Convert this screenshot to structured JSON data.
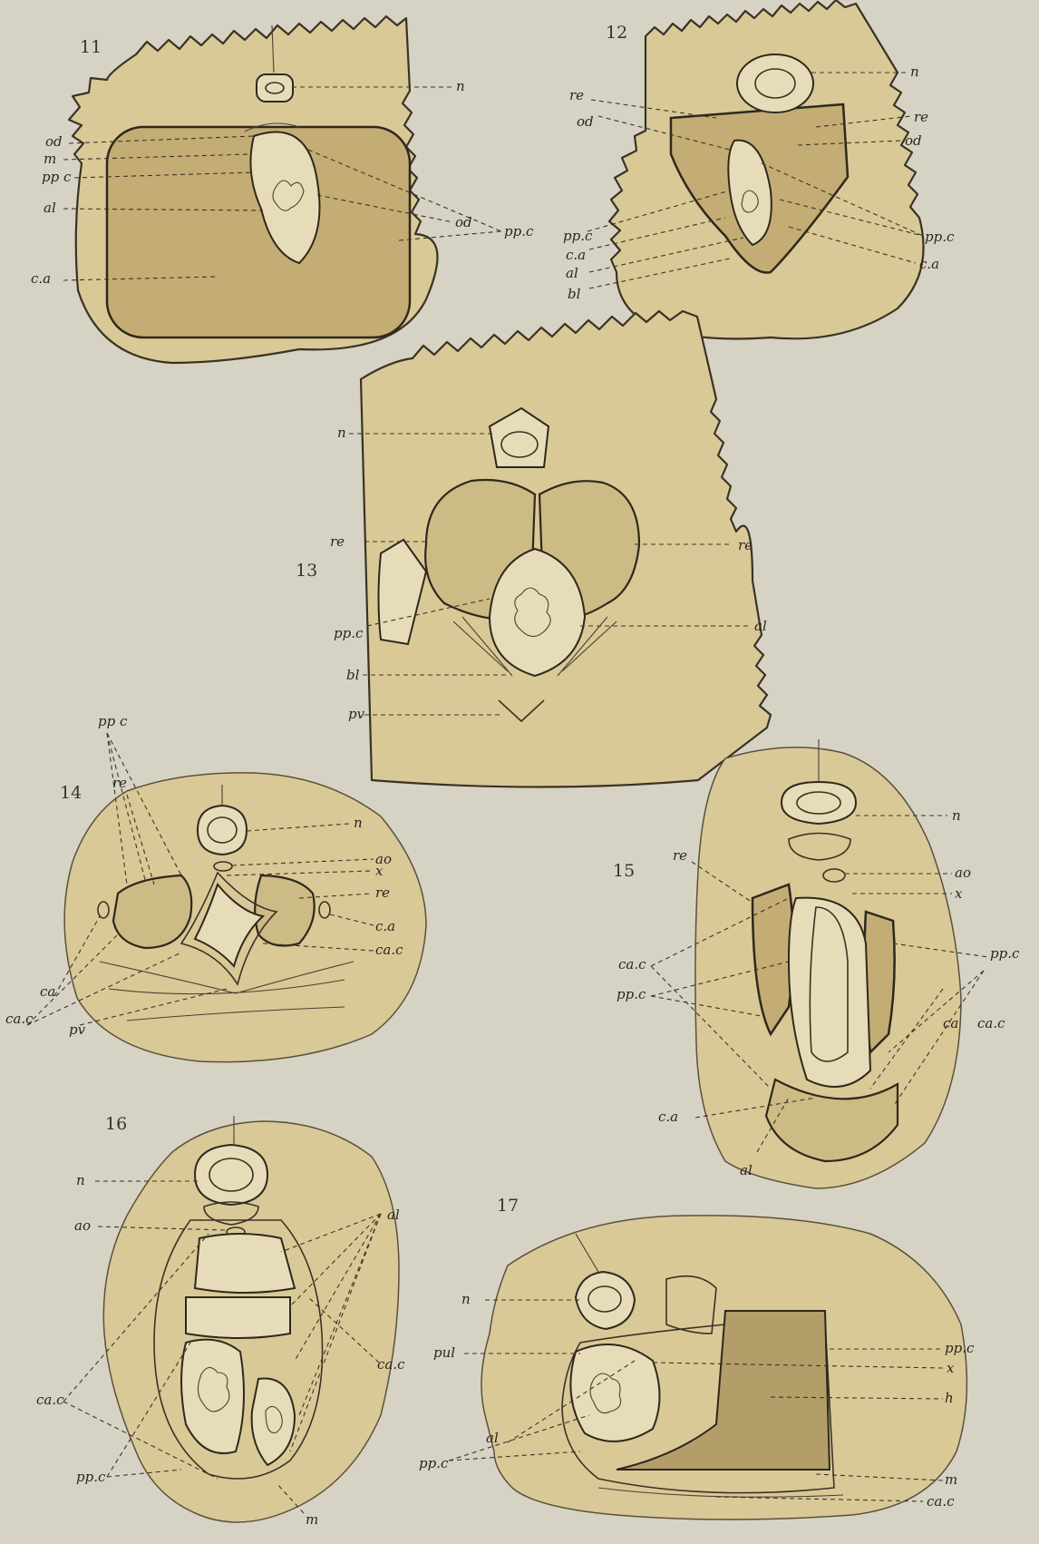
{
  "figures": [
    {
      "number": "11",
      "labels": [
        "n",
        "od",
        "m",
        "pp c",
        "al",
        "c.a",
        "od",
        "pp.c"
      ]
    },
    {
      "number": "12",
      "labels": [
        "n",
        "re",
        "od",
        "re",
        "od",
        "pp.c",
        "c.a",
        "al",
        "bl",
        "pp.c",
        "c.a"
      ]
    },
    {
      "number": "13",
      "labels": [
        "n",
        "re",
        "re",
        "pp.c",
        "al",
        "bl",
        "pv"
      ]
    },
    {
      "number": "14",
      "labels": [
        "pp c",
        "re",
        "n",
        "ao",
        "x",
        "re",
        "c.a",
        "ca.c",
        "ca",
        "ca.c",
        "pv"
      ]
    },
    {
      "number": "15",
      "labels": [
        "n",
        "re",
        "ao",
        "x",
        "pp.c",
        "ca.c",
        "pp.c",
        "ca",
        "ca.c",
        "c.a",
        "al"
      ]
    },
    {
      "number": "16",
      "labels": [
        "n",
        "ao",
        "al",
        "ca.c",
        "ca.c",
        "pp.c",
        "m"
      ]
    },
    {
      "number": "17",
      "labels": [
        "n",
        "pul",
        "pp.c",
        "x",
        "h",
        "al",
        "pp.c",
        "m",
        "ca.c"
      ]
    }
  ]
}
